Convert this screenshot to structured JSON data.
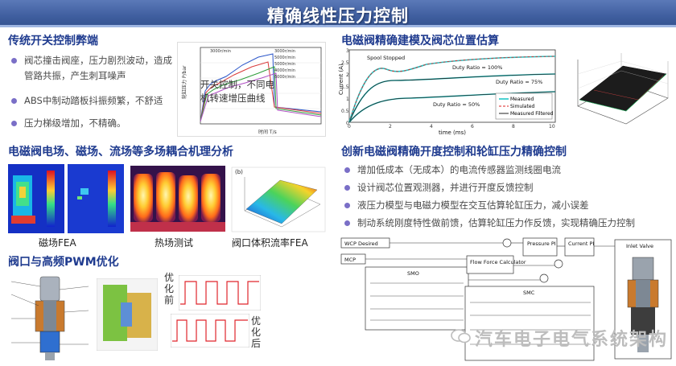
{
  "title": "精确线性压力控制",
  "sections": {
    "traditional": {
      "heading": "传统开关控制弊端",
      "bullets": [
        "阀芯撞击阀座，压力剧烈波动，造成管路共振，产生刺耳噪声",
        "ABS中制动踏板抖振频繁，不舒适",
        "压力梯级增加，不精确。"
      ],
      "plot_overlay": "开关控制，不同电机转速增压曲线",
      "plot_xlabel": "时间 T/s",
      "plot_ylabel": "轮缸压力 P/bar",
      "plot_legend": [
        "3000r/min",
        "3000r/min",
        "5000r/min",
        "5000r/min",
        "4000r/min",
        "6000r/min"
      ]
    },
    "modeling": {
      "heading": "电磁阀精确建模及阀芯位置估算",
      "annotations": [
        "Spool Stopped",
        "Duty Ratio = 100%",
        "Duty Ratio = 75%",
        "Duty Ratio = 50%"
      ],
      "legend": [
        "Measured",
        "Simulated",
        "Measured Filtered"
      ],
      "xlabel": "time (ms)",
      "ylabel": "Current (A)",
      "x_ticks": [
        "0",
        "2",
        "4",
        "6",
        "8",
        "10"
      ],
      "y_ticks": [
        "0",
        "0.5",
        "1",
        "1.5",
        "2",
        "2.5",
        "3"
      ]
    },
    "multiphysics": {
      "heading": "电磁阀电场、磁场、流场等多场耦合机理分析",
      "captions": [
        "磁场FEA",
        "热场测试",
        "阀口体积流率FEA"
      ]
    },
    "pwm": {
      "heading": "阀口与高频PWM优化",
      "before": "优化前",
      "after": "优化后"
    },
    "innovation": {
      "heading": "创新电磁阀精确开度控制和轮缸压力精确控制",
      "bullets": [
        "增加低成本（无成本）的电流传感器监测线圈电流",
        "设计阀芯位置观测器，并进行开度反馈控制",
        "液压力模型与电磁力模型在交互估算轮缸压力，减小误差",
        "制动系统刚度特性做前馈，估算轮缸压力作反馈，实现精确压力控制"
      ],
      "diagram": {
        "wcp": "WCP Desired",
        "mcp": "MCP",
        "pressure": "Pressure PI",
        "current": "Current PI",
        "inlet": "Inlet Valve",
        "smo": "SMO",
        "flow": "Flow Force Calculator",
        "smc": "SMC"
      }
    }
  },
  "watermark": "汽车电子电气系统架构",
  "colors": {
    "heading": "#1f3b8f",
    "band": "#3f5e9f",
    "bullet_dot": "#7a6fc7"
  }
}
